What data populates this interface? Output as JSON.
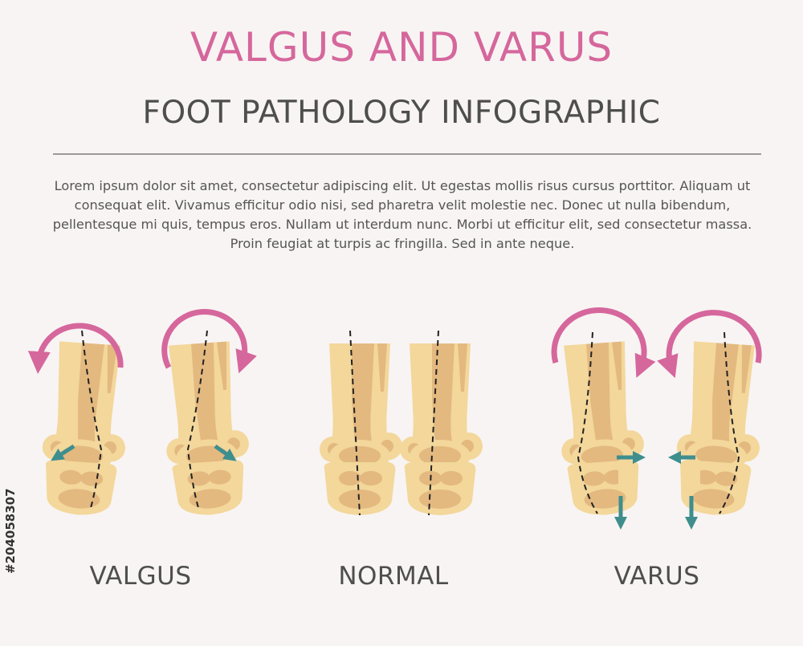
{
  "header": {
    "title": "VALGUS AND VARUS",
    "subtitle": "FOOT PATHOLOGY INFOGRAPHIC"
  },
  "description": "Lorem ipsum dolor sit amet, consectetur adipiscing elit. Ut egestas mollis risus cursus porttitor. Aliquam ut consequat elit. Vivamus efficitur odio nisi, sed pharetra velit molestie nec. Donec ut nulla bibendum, pellentesque mi quis, tempus eros. Nullam ut interdum nunc. Morbi ut efficitur elit, sed consectetur massa. Proin feugiat at turpis ac fringilla. Sed in ante neque.",
  "labels": {
    "valgus": "VALGUS",
    "normal": "NORMAL",
    "varus": "VARUS"
  },
  "side_id": "#204058307",
  "colors": {
    "title": "#d5679c",
    "rotation_arrow": "#d5679c",
    "direction_arrow": "#3e8e8e",
    "bone_light": "#f3d79b",
    "bone_dark": "#e3b980",
    "background": "#f8f4f3"
  }
}
